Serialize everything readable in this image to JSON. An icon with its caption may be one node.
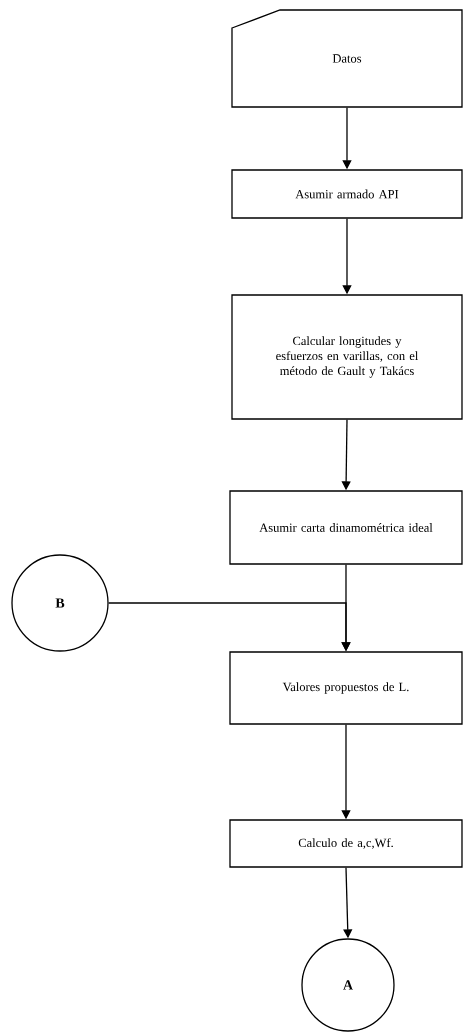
{
  "diagram": {
    "nodes": [
      {
        "text": [
          "Datos"
        ]
      },
      {
        "text": [
          "Asumir armado API"
        ]
      },
      {
        "text": [
          "Calcular longitudes y esfuerzos en varillas, con el método de Gault y Takács"
        ]
      },
      {
        "text": [
          "Asumir carta dinamométrica ideal"
        ]
      },
      {
        "text": [
          "B"
        ]
      },
      {
        "text": [
          "Valores propuestos de L."
        ]
      },
      {
        "text": [
          "Calculo de a,c,Wf."
        ]
      },
      {
        "text": [
          "A"
        ]
      }
    ],
    "edges": [
      {
        "from": 0,
        "to": 1,
        "arrow": "to"
      },
      {
        "from": 1,
        "to": 2,
        "arrow": "to"
      },
      {
        "from": 2,
        "to": 3,
        "arrow": "to"
      },
      {
        "from": 3,
        "to": 5,
        "arrow": "to"
      },
      {
        "from": 4,
        "to": 5,
        "arrow": "to"
      },
      {
        "from": 5,
        "to": 6,
        "arrow": "to"
      },
      {
        "from": 6,
        "to": 7,
        "arrow": "to"
      }
    ]
  }
}
